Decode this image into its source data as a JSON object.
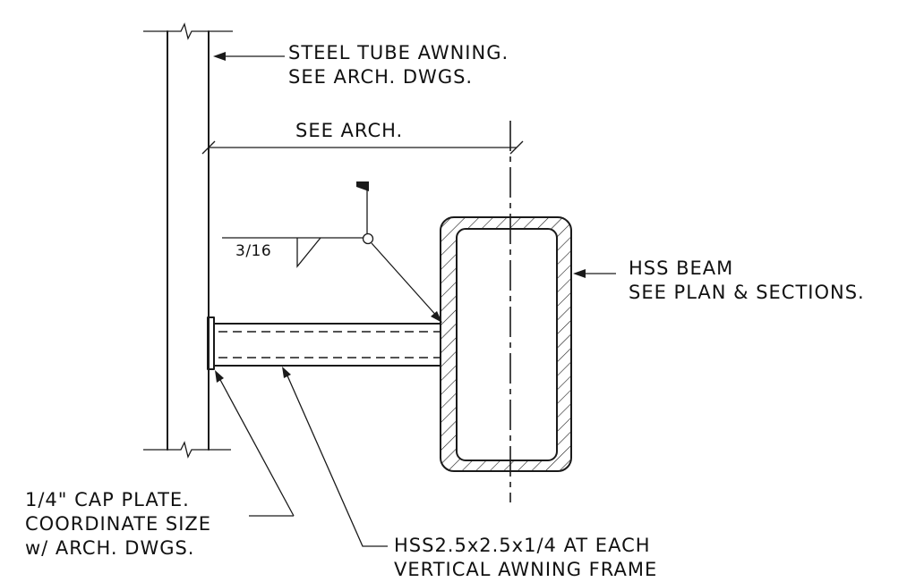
{
  "diagram": {
    "callouts": {
      "awning_line1": "STEEL TUBE AWNING.",
      "awning_line2": "SEE ARCH. DWGS.",
      "dimension": "SEE ARCH.",
      "weld_size": "3/16",
      "beam_line1": "HSS BEAM",
      "beam_line2": "SEE PLAN & SECTIONS.",
      "cap_line1": "1/4\" CAP PLATE.",
      "cap_line2": "COORDINATE SIZE",
      "cap_line3": "w/ ARCH. DWGS.",
      "hss_line1": "HSS2.5x2.5x1/4 AT EACH",
      "hss_line2": "VERTICAL AWNING FRAME"
    },
    "colors": {
      "ink": "#1a1a1a",
      "paper": "#ffffff"
    }
  }
}
